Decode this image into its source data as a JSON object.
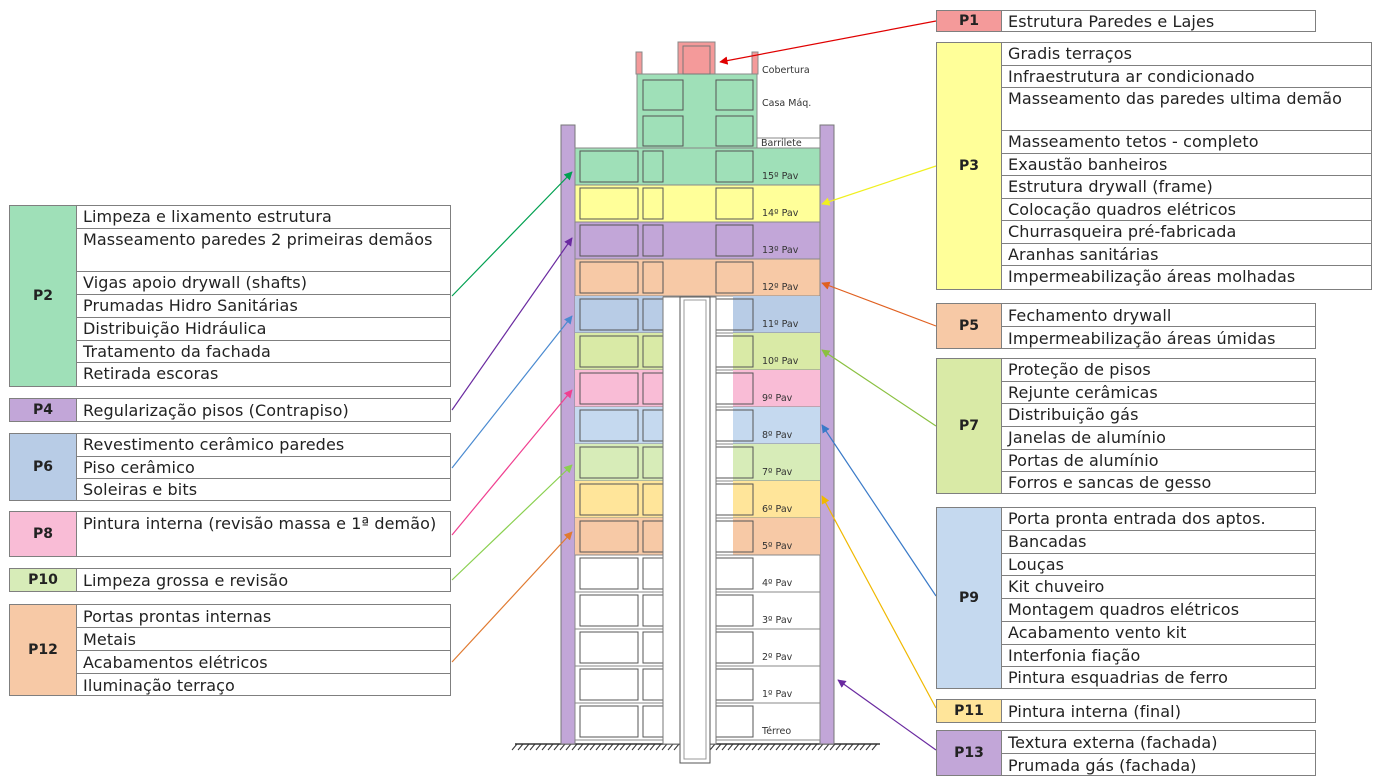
{
  "colors": {
    "P1": "#f49a9a",
    "P2": "#9fe0b8",
    "P3": "#ffff99",
    "P4": "#c2a6d8",
    "P5": "#f7c9a6",
    "P6": "#b8cce6",
    "P7": "#d9eaa6",
    "P8": "#f9bcd6",
    "P9": "#c5d9ef",
    "P10": "#d7ecb8",
    "P11": "#ffe59a",
    "P12": "#f7c9a6",
    "P13": "#c2a6d8"
  },
  "legend": [
    {
      "code": "P1",
      "items": [
        "Estrutura Paredes e Lajes"
      ]
    },
    {
      "code": "P2",
      "items": [
        "Limpeza e lixamento estrutura",
        "Masseamento  paredes 2 primeiras demãos",
        "Vigas apoio drywall (shafts)",
        "Prumadas Hidro Sanitárias",
        "Distribuição Hidráulica",
        "Tratamento da fachada",
        "Retirada escoras"
      ]
    },
    {
      "code": "P3",
      "items": [
        "Gradis terraços",
        "Infraestrutura ar condicionado",
        "Masseamento  das paredes ultima demão",
        "Masseamento  tetos - completo",
        "Exaustão banheiros",
        "Estrutura drywall (frame)",
        "Colocação quadros elétricos",
        "Churrasqueira pré-fabricada",
        "Aranhas sanitárias",
        "Impermeabilização áreas molhadas"
      ]
    },
    {
      "code": "P4",
      "items": [
        "Regularização pisos (Contrapiso)"
      ]
    },
    {
      "code": "P5",
      "items": [
        "Fechamento drywall",
        "Impermeabilização áreas úmidas"
      ]
    },
    {
      "code": "P6",
      "items": [
        "Revestimento cerâmico paredes",
        "Piso cerâmico",
        "Soleiras e bits"
      ]
    },
    {
      "code": "P7",
      "items": [
        "Proteção de pisos",
        "Rejunte cerâmicas",
        "Distribuição gás",
        "Janelas de alumínio",
        "Portas de alumínio",
        "Forros e sancas de gesso"
      ]
    },
    {
      "code": "P8",
      "items": [
        "Pintura interna (revisão massa e 1ª demão)"
      ]
    },
    {
      "code": "P9",
      "items": [
        "Porta pronta entrada dos aptos.",
        "Bancadas",
        "Louças",
        "Kit chuveiro",
        "Montagem quadros elétricos",
        "Acabamento vento kit",
        "Interfonia fiação",
        "Pintura esquadrias de ferro"
      ]
    },
    {
      "code": "P10",
      "items": [
        "Limpeza grossa e revisão"
      ]
    },
    {
      "code": "P11",
      "items": [
        "Pintura interna (final)"
      ]
    },
    {
      "code": "P12",
      "items": [
        "Portas prontas internas",
        "Metais",
        "Acabamentos elétricos",
        "Iluminação terraço"
      ]
    },
    {
      "code": "P13",
      "items": [
        "Textura externa (fachada)",
        "Prumada gás (fachada)"
      ]
    }
  ],
  "floors": [
    {
      "label": "15º Pav",
      "phase": "P2"
    },
    {
      "label": "14º Pav",
      "phase": "P3"
    },
    {
      "label": "13º Pav",
      "phase": "P4"
    },
    {
      "label": "12º Pav",
      "phase": "P5"
    },
    {
      "label": "11º Pav",
      "phase": "P6"
    },
    {
      "label": "10º Pav",
      "phase": "P7"
    },
    {
      "label": "9º Pav",
      "phase": "P8"
    },
    {
      "label": "8º Pav",
      "phase": "P9"
    },
    {
      "label": "7º Pav",
      "phase": "P10"
    },
    {
      "label": "6º Pav",
      "phase": "P11"
    },
    {
      "label": "5º Pav",
      "phase": "P12"
    },
    {
      "label": "4º Pav",
      "phase": ""
    },
    {
      "label": "3º Pav",
      "phase": ""
    },
    {
      "label": "2º Pav",
      "phase": ""
    },
    {
      "label": "1º Pav",
      "phase": ""
    },
    {
      "label": "Térreo",
      "phase": ""
    }
  ],
  "top_labels": {
    "cobertura": "Cobertura",
    "casa_maq": "Casa Máq.",
    "barrilete": "Barrilete"
  },
  "arrow_colors": {
    "P1": "#e00000",
    "P2": "#00a050",
    "P3": "#f0f020",
    "P4": "#6a2aa0",
    "P5": "#e06020",
    "P6": "#4a8ad0",
    "P7": "#8ac040",
    "P8": "#f04090",
    "P9": "#3a7ac8",
    "P10": "#8ad050",
    "P11": "#f0b800",
    "P12": "#e07a30",
    "P13": "#6a2aa0"
  }
}
